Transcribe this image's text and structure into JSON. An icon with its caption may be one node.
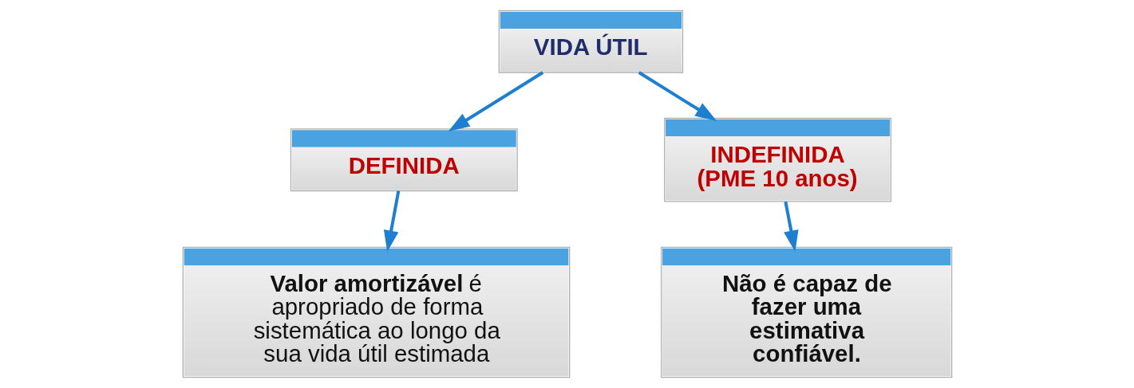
{
  "diagram": {
    "nodes": [
      {
        "text": [
          "VIDA ÚTIL"
        ]
      },
      {
        "text": [
          "DEFINIDA"
        ]
      },
      {
        "text": [
          "INDEFINIDA (PME 10 anos)"
        ]
      },
      {
        "text": [
          "**Valor amortizável** é apropriado de forma sistemática ao longo da sua vida útil estimada"
        ]
      },
      {
        "text": [
          "Não é capaz de fazer uma estimativa confiável."
        ]
      }
    ],
    "edges": [
      {
        "from": 0,
        "to": 1,
        "arrow": "to"
      },
      {
        "from": 0,
        "to": 2,
        "arrow": "to"
      },
      {
        "from": 1,
        "to": 3,
        "arrow": "to"
      },
      {
        "from": 2,
        "to": 4,
        "arrow": "to"
      }
    ]
  }
}
